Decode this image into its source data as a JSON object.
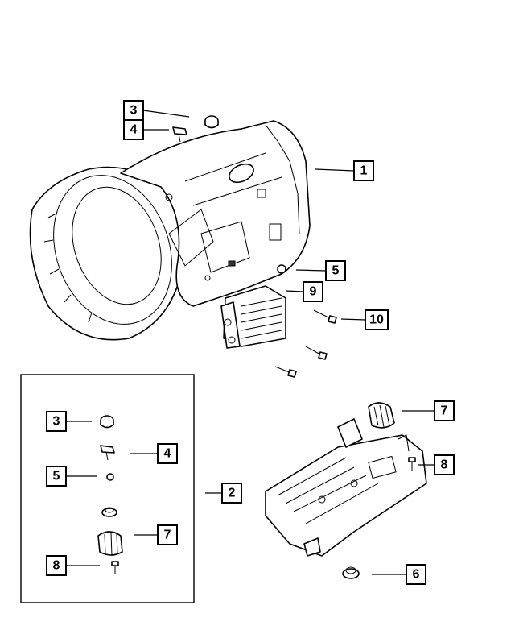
{
  "callouts": {
    "transmission": "1",
    "kit": "2",
    "plug_top": "3",
    "fitting_top": "4",
    "nut_top": "5",
    "cooler": "9",
    "bolt": "10",
    "solenoid_right": "7",
    "screw_right": "8",
    "grommet": "6",
    "kit_plug": "3",
    "kit_fitting": "4",
    "kit_nut": "5",
    "kit_solenoid": "7",
    "kit_screw": "8"
  },
  "colors": {
    "line": "#000000",
    "background": "#ffffff",
    "shade": "#333333"
  }
}
